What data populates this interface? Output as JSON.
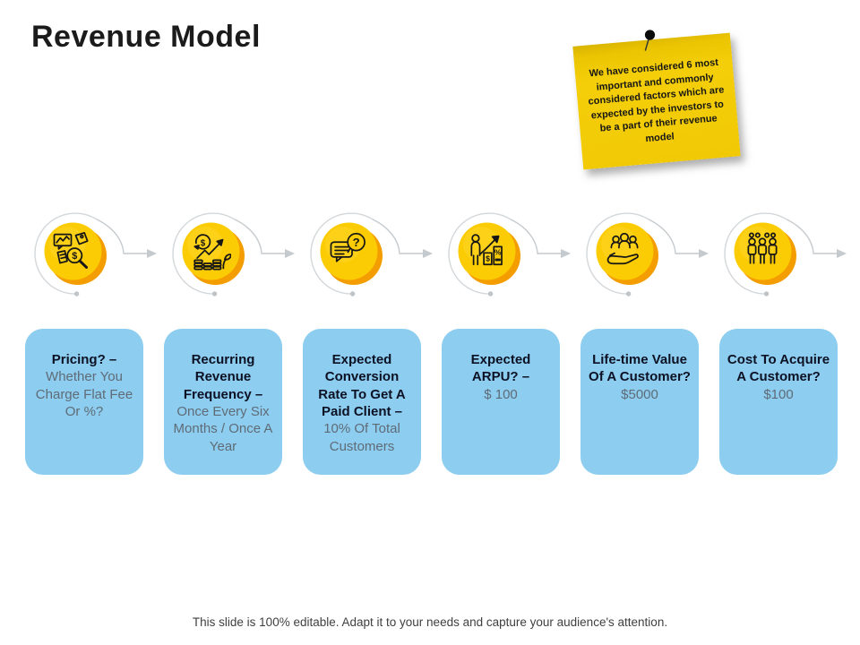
{
  "slide": {
    "title": "Revenue Model",
    "footer": "This slide is 100% editable. Adapt it to your needs and capture your audience's attention."
  },
  "sticky_note": {
    "text": "We have considered 6 most important and commonly considered factors which are expected by the investors to be a part of their revenue model",
    "color": "#f1ca05",
    "pin_icon": "push-pin-icon"
  },
  "process": {
    "circle_color": "#fbcb04",
    "shadow_color": "#f49d00",
    "arrow_color": "#c5cace",
    "steps": [
      {
        "icon": "pricing-analysis-icon"
      },
      {
        "icon": "recurring-revenue-icon"
      },
      {
        "icon": "paid-client-question-icon"
      },
      {
        "icon": "arpu-growth-icon"
      },
      {
        "icon": "customer-lifetime-value-icon"
      },
      {
        "icon": "customer-group-icon"
      }
    ]
  },
  "boxes": [
    {
      "title": "Pricing? –",
      "detail": "Whether You Charge Flat Fee Or %?"
    },
    {
      "title": "Recurring Revenue Frequency –",
      "detail": "Once Every Six Months / Once A Year"
    },
    {
      "title": "Expected Conversion Rate To Get A Paid Client –",
      "detail": "10% Of Total Customers"
    },
    {
      "title": "Expected ARPU? –",
      "detail": "$ 100"
    },
    {
      "title": "Life-time Value Of A Customer?",
      "detail": "$5000"
    },
    {
      "title": "Cost To Acquire A Customer?",
      "detail": "$100"
    }
  ],
  "colors": {
    "box_fill": "#8dcdef",
    "box_title": "#0d1124",
    "box_detail": "#5f6b77"
  }
}
